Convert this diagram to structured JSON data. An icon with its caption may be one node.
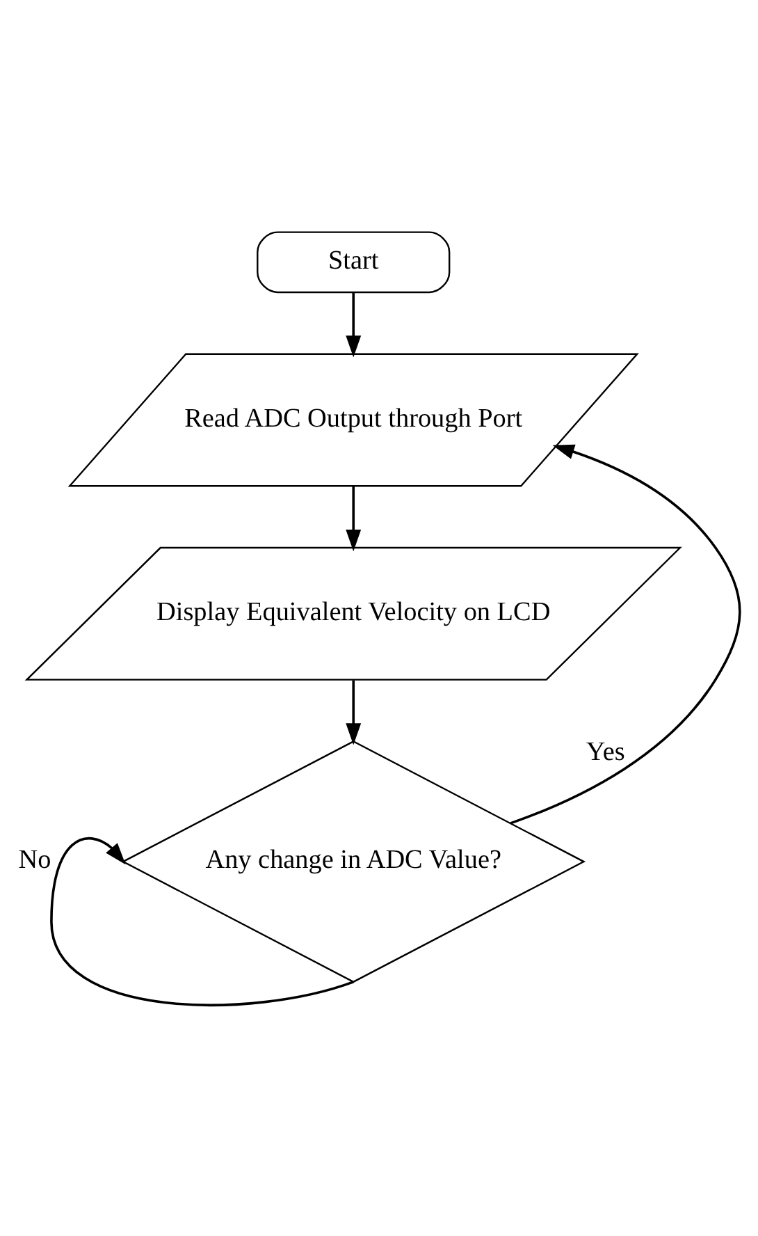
{
  "diagram": {
    "nodes": [
      {
        "text": [
          "Start"
        ]
      },
      {
        "text": [
          "Read ADC Output through Port"
        ]
      },
      {
        "text": [
          "Display Equivalent Velocity on LCD"
        ]
      },
      {
        "text": [
          "Any change in ADC Value?"
        ]
      }
    ],
    "edges": [
      {
        "from": 0,
        "to": 1,
        "arrow": "to"
      },
      {
        "from": 1,
        "to": 2,
        "arrow": "to"
      },
      {
        "from": 2,
        "to": 3,
        "arrow": "to"
      },
      {
        "from": 3,
        "to": 1,
        "arrow": "to",
        "label": "Yes"
      },
      {
        "from": 3,
        "to": 3,
        "arrow": "to",
        "label": "No"
      }
    ]
  }
}
